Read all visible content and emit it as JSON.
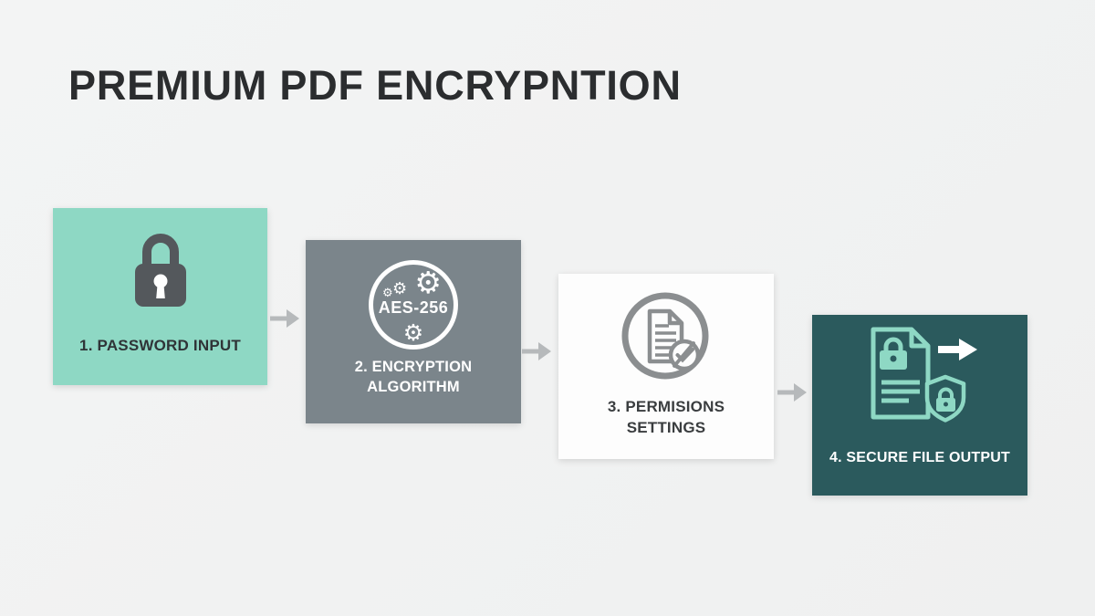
{
  "title": "PREMIUM PDF ENCRYPNTION",
  "steps": [
    {
      "label": "1. PASSWORD INPUT",
      "icon": "padlock-icon"
    },
    {
      "label": "2. ENCRYPTION ALGORITHM",
      "icon": "aes-256-gears-icon",
      "badge": "AES-256"
    },
    {
      "label": "3. PERMISIONS SETTINGS",
      "icon": "document-permissions-check-icon"
    },
    {
      "label": "4. SECURE FILE OUTPUT",
      "icon": "secure-document-export-icon"
    }
  ],
  "colors": {
    "background": "#f0f1f1",
    "title_text": "#2b2d2f",
    "step1_mint": "#8ed8c4",
    "step2_gray": "#7b858b",
    "step3_white": "#fdfdfd",
    "step4_dark_teal": "#2b5a5d",
    "flow_arrow_gray": "#b6b9bb",
    "lock_dark_gray": "#54585c",
    "doc_icon_gray": "#8b8e90",
    "white": "#ffffff"
  }
}
